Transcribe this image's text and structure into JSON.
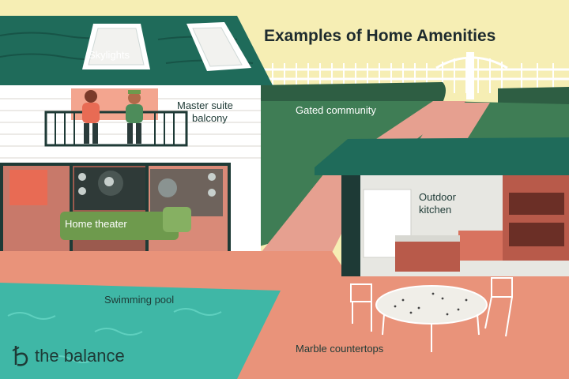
{
  "title": "Examples of Home Amenities",
  "labels": {
    "skylights": "Skylights",
    "balcony_line1": "Master suite",
    "balcony_line2": "balcony",
    "gated": "Gated community",
    "theater": "Home theater",
    "kitchen_line1": "Outdoor",
    "kitchen_line2": "kitchen",
    "pool": "Swimming pool",
    "marble": "Marble countertops"
  },
  "logo": {
    "text": "the balance",
    "icon": "the-balance-logo-icon"
  },
  "colors": {
    "sky": "#f6eeb4",
    "lawn": "#3f7d55",
    "roof": "#1f6b5a",
    "house_siding": "#ffffff",
    "patio": "#e9937a",
    "pool": "#3fb7a6",
    "kitchen_cabinet": "#b85a4a"
  }
}
